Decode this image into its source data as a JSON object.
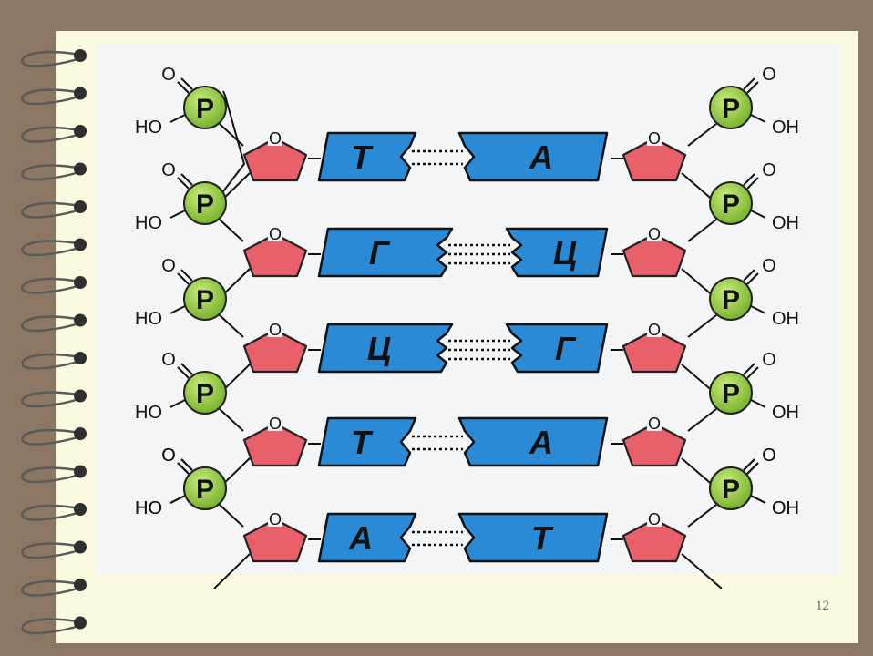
{
  "slide": {
    "page_number": "12"
  },
  "diagram": {
    "phosphate_label": "P",
    "oxygen_label": "O",
    "hydroxyl_label": "HO",
    "hydroxyl_right_label": "OH",
    "pairs": [
      {
        "left": "Т",
        "right": "А",
        "bonds": 2
      },
      {
        "left": "Г",
        "right": "Ц",
        "bonds": 3
      },
      {
        "left": "Ц",
        "right": "Г",
        "bonds": 3
      },
      {
        "left": "Т",
        "right": "А",
        "bonds": 2
      },
      {
        "left": "А",
        "right": "Т",
        "bonds": 2
      }
    ]
  },
  "colors": {
    "phosphate": "#8dc63f",
    "sugar": "#e8606a",
    "base": "#2a8ad6",
    "background_frame": "#8b7763",
    "page": "#fbf9e0"
  }
}
